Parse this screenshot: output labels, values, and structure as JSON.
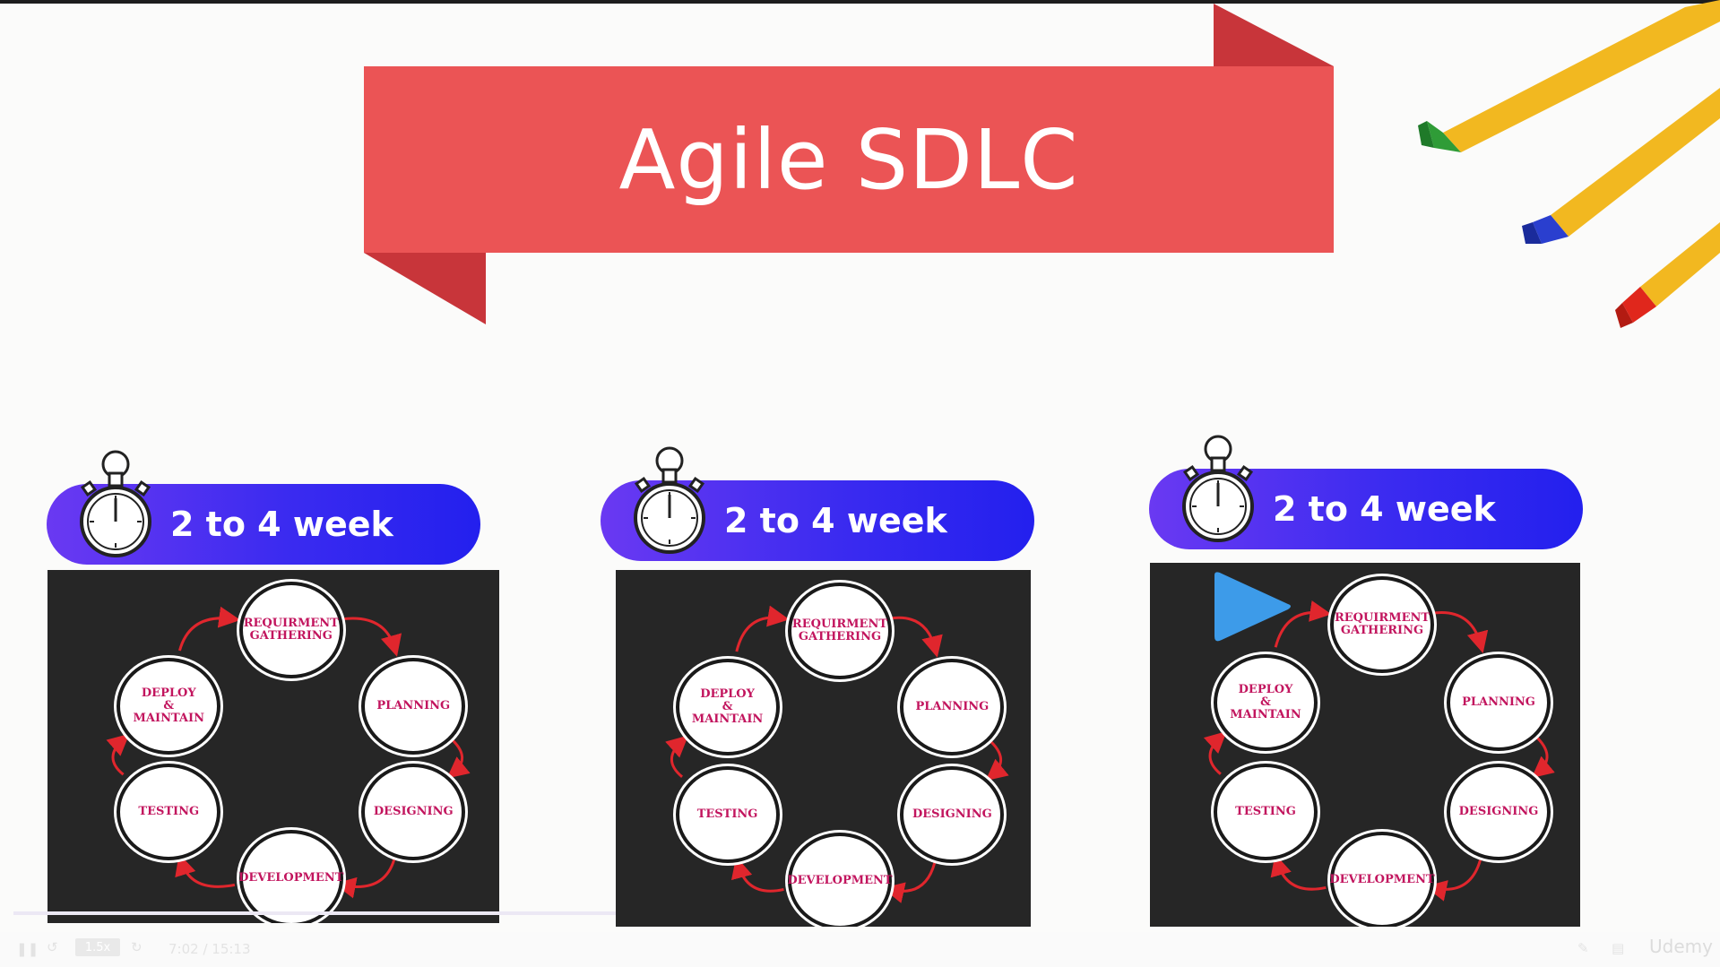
{
  "slide": {
    "title": "Agile SDLC"
  },
  "colors": {
    "banner": "#eb5455",
    "banner_fold": "#c8353a",
    "pill_start": "#6a39f2",
    "pill_end": "#2320ee",
    "node_text": "#c2155e",
    "board": "#262626",
    "play_button": "#3d9be9"
  },
  "sprints": [
    {
      "duration": "2 to 4 week",
      "stages": {
        "requirement": "REQUIRMENT\nGATHERING",
        "planning": "PLANNING",
        "designing": "DESIGNING",
        "development": "DEVELOPMENT",
        "testing": "TESTING",
        "deploy": "DEPLOY\n&\nMAINTAIN"
      }
    },
    {
      "duration": "2 to 4 week",
      "stages": {
        "requirement": "REQUIRMENT\nGATHERING",
        "planning": "PLANNING",
        "designing": "DESIGNING",
        "development": "DEVELOPMENT",
        "testing": "TESTING",
        "deploy": "DEPLOY\n&\nMAINTAIN"
      }
    },
    {
      "duration": "2 to 4 week",
      "stages": {
        "requirement": "REQUIRMENT\nGATHERING",
        "planning": "PLANNING",
        "designing": "DESIGNING",
        "development": "DEVELOPMENT",
        "testing": "TESTING",
        "deploy": "DEPLOY\n&\nMAINTAIN"
      }
    }
  ],
  "player": {
    "speed": "1.5x",
    "time": "7:02 / 15:13",
    "brand": "Udemy",
    "icons": [
      "pause-icon",
      "rewind-icon",
      "forward-icon",
      "notes-icon",
      "transcript-icon"
    ]
  }
}
